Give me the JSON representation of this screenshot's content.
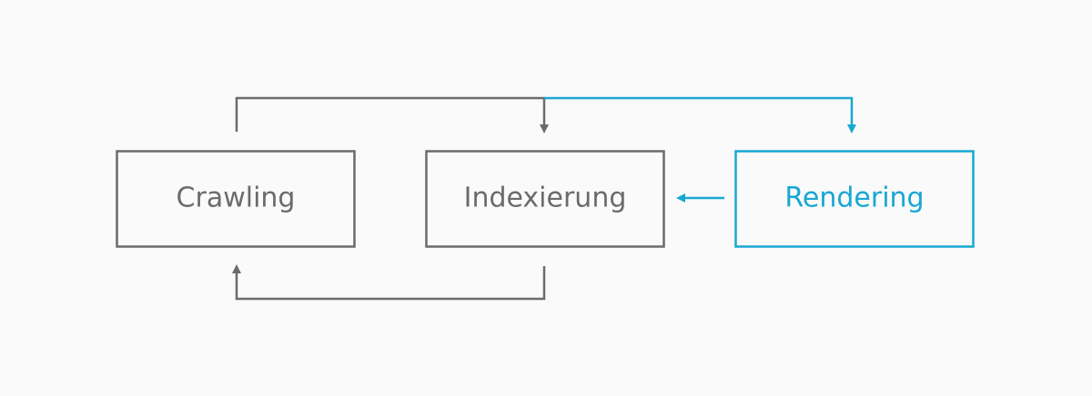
{
  "diagram": {
    "nodes": {
      "crawling": {
        "label": "Crawling"
      },
      "indexing": {
        "label": "Indexierung"
      },
      "rendering": {
        "label": "Rendering"
      }
    }
  },
  "colors": {
    "background": "#fafafa",
    "gray": "#6b6b6b",
    "accent": "#18a7d3"
  }
}
